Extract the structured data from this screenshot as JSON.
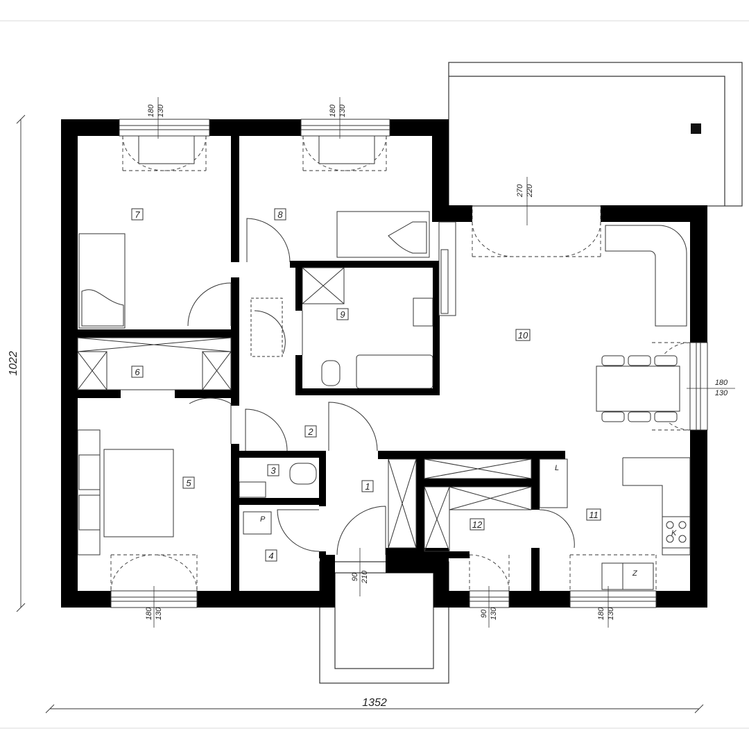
{
  "plan": {
    "overall_width": "1352",
    "overall_height": "1022",
    "rooms": [
      "1",
      "2",
      "3",
      "4",
      "5",
      "6",
      "7",
      "8",
      "9",
      "10",
      "11",
      "12"
    ],
    "appliance_labels": {
      "p": "P",
      "l": "L",
      "k": "K",
      "z": "Z"
    },
    "window_dims": {
      "w7_top": "180",
      "w7_bot": "130",
      "w8_top": "180",
      "w8_bot": "130",
      "w10_top": "270",
      "w10_bot": "220",
      "wr_top": "180",
      "wr_bot": "130",
      "w5_top": "180",
      "w5_bot": "130",
      "door_top": "90",
      "door_bot": "210",
      "w12_top": "90",
      "w12_bot": "130",
      "w11_top": "180",
      "w11_bot": "130"
    }
  }
}
